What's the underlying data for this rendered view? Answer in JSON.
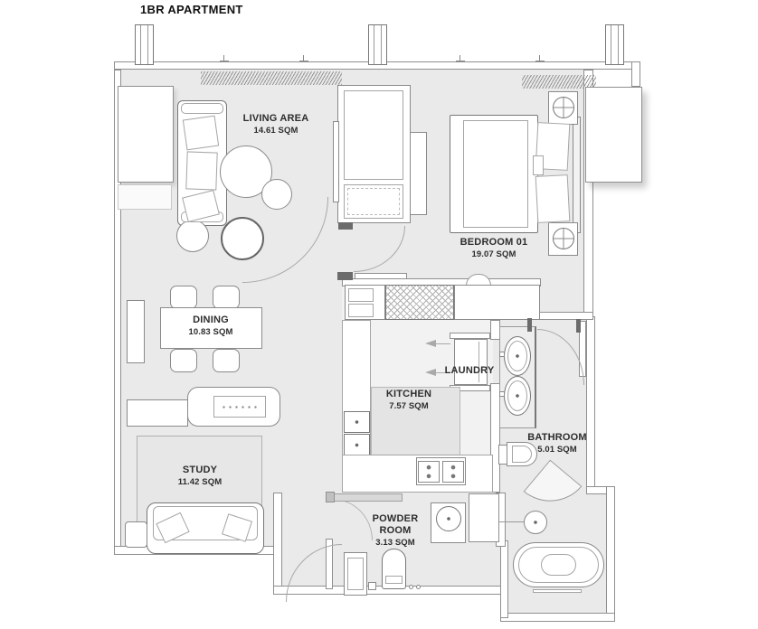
{
  "title": "1BR APARTMENT",
  "rooms": [
    {
      "key": "living",
      "name": "LIVING AREA",
      "area": "14.61 SQM"
    },
    {
      "key": "bedroom",
      "name": "BEDROOM 01",
      "area": "19.07 SQM"
    },
    {
      "key": "dining",
      "name": "DINING",
      "area": "10.83 SQM"
    },
    {
      "key": "laundry",
      "name": "LAUNDRY",
      "area": ""
    },
    {
      "key": "kitchen",
      "name": "KITCHEN",
      "area": "7.57 SQM"
    },
    {
      "key": "bathroom",
      "name": "BATHROOM",
      "area": "5.01 SQM"
    },
    {
      "key": "study",
      "name": "STUDY",
      "area": "11.42 SQM"
    },
    {
      "key": "powder",
      "name": "POWDER ROOM",
      "area": "3.13 SQM"
    }
  ],
  "colors": {
    "floor": "#eaeaea",
    "wall_line": "#8f8f8f",
    "label_text": "#2d2d2d"
  }
}
